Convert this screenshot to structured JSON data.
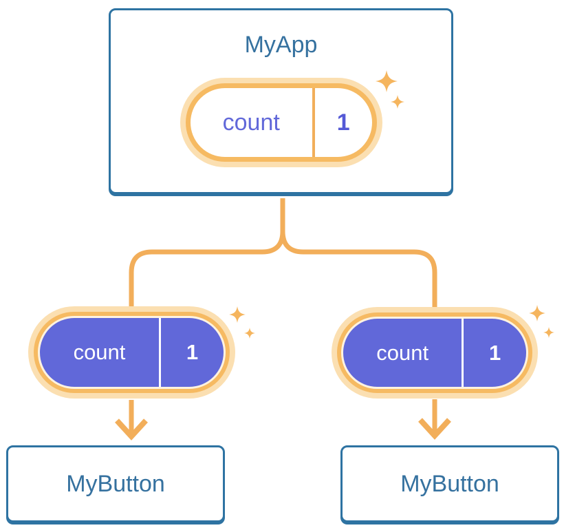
{
  "page": {
    "background": "#FFFFFF",
    "description_colors": {
      "card_border_blue": "#2E73A2",
      "title_text_blue": "#35719F",
      "pill_purple": "#6168D9",
      "pill_value_purple": "#5459D6",
      "connector_orange": "#F2AE5A",
      "ring_orange": "#F6BA62",
      "ring_glow": "#FBDFB1",
      "ring_inner_gap": "#FEF3E1"
    }
  },
  "diagram": {
    "root": {
      "title": "MyApp",
      "state_pill": {
        "label": "count",
        "value": "1"
      }
    },
    "children": [
      {
        "title": "MyButton",
        "prop_pill": {
          "label": "count",
          "value": "1"
        }
      },
      {
        "title": "MyButton",
        "prop_pill": {
          "label": "count",
          "value": "1"
        }
      }
    ]
  },
  "icons": {
    "sparkle": "sparkle-icon"
  }
}
